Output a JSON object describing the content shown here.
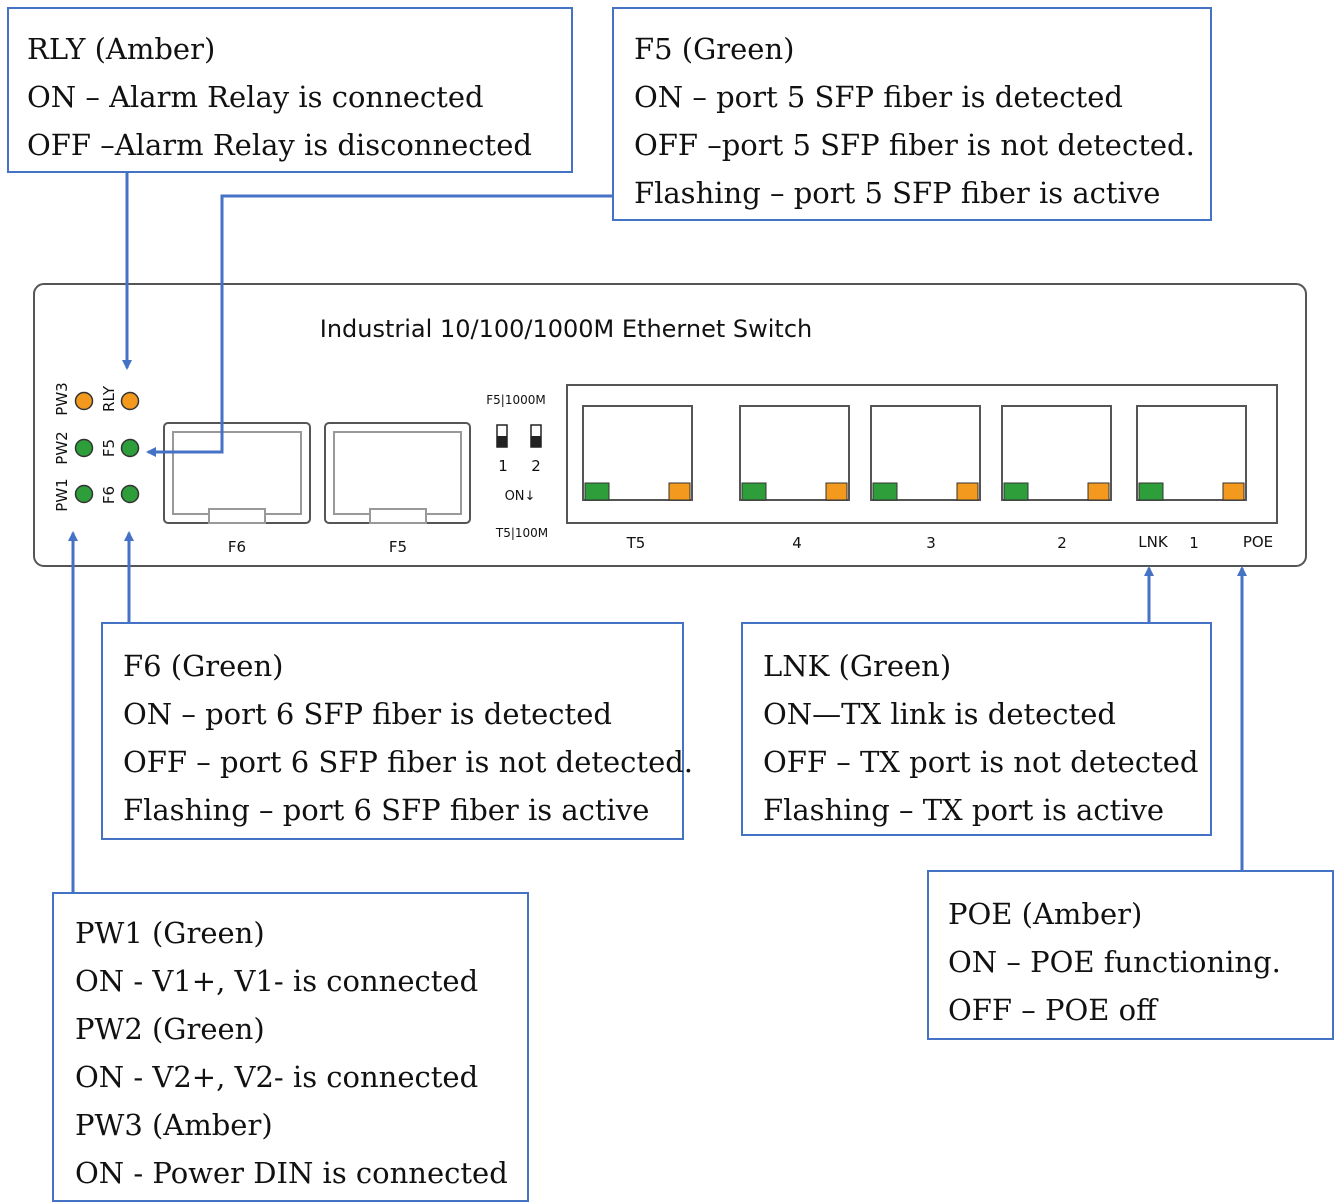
{
  "device": {
    "title": "Industrial 10/100/1000M Ethernet Switch",
    "led_labels": {
      "pw3": "PW3",
      "pw2": "PW2",
      "pw1": "PW1",
      "rly": "RLY",
      "f5": "F5",
      "f6": "F6"
    },
    "sfp_ports": [
      "F6",
      "F5"
    ],
    "dip": {
      "top_label": "F5|1000M",
      "num1": "1",
      "num2": "2",
      "on_label": "ON↓",
      "bottom_label": "T5|100M"
    },
    "rj45_ports": [
      "T5",
      "4",
      "3",
      "2",
      "1"
    ],
    "lnk_label": "LNK",
    "poe_label": "POE",
    "colors": {
      "green_led": "#2e9e3a",
      "amber_led": "#f39a1e",
      "callout_border": "#4472c4"
    }
  },
  "callouts": {
    "rly": [
      "RLY (Amber)",
      "ON – Alarm Relay is connected",
      "OFF –Alarm Relay is disconnected"
    ],
    "f5": [
      "F5 (Green)",
      "ON – port 5 SFP fiber is detected",
      "OFF –port 5 SFP fiber is not detected.",
      "Flashing – port 5 SFP fiber is active"
    ],
    "f6": [
      "F6 (Green)",
      "ON – port 6 SFP fiber is detected",
      "OFF – port 6 SFP fiber is not detected.",
      "Flashing – port 6 SFP fiber is active"
    ],
    "lnk": [
      "LNK (Green)",
      "ON—TX link is detected",
      "OFF – TX port is not detected",
      "Flashing – TX port is active"
    ],
    "poe": [
      "POE (Amber)",
      "ON – POE functioning.",
      "OFF – POE off"
    ],
    "pw": [
      "PW1 (Green)",
      "ON - V1+, V1- is connected",
      "PW2 (Green)",
      "ON - V2+, V2- is connected",
      "PW3 (Amber)",
      "ON - Power DIN is connected"
    ]
  }
}
